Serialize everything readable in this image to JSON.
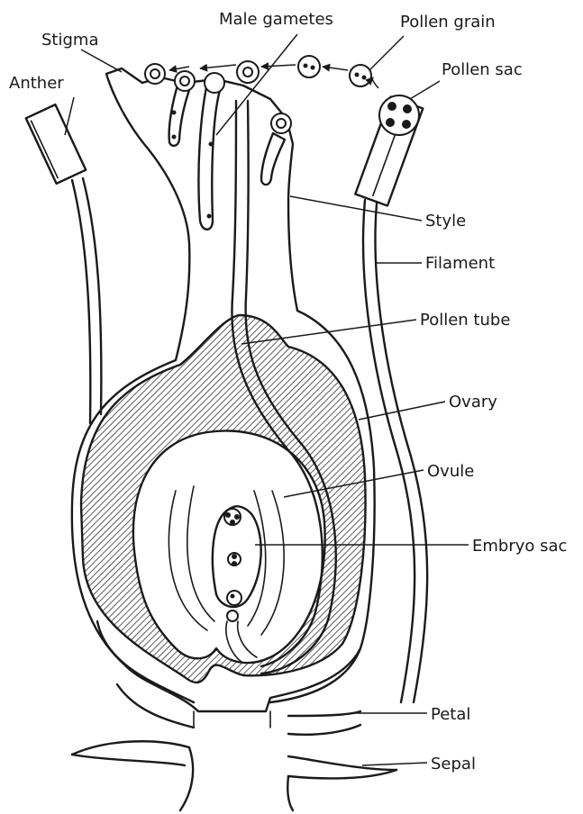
{
  "labels": {
    "male_gametes": "Male gametes",
    "stigma": "Stigma",
    "pollen_grain": "Pollen grain",
    "anther": "Anther",
    "pollen_sac": "Pollen sac",
    "style": "Style",
    "filament": "Filament",
    "pollen_tube": "Pollen tube",
    "ovary": "Ovary",
    "ovule": "Ovule",
    "embryo_sac": "Embryo sac",
    "petal": "Petal",
    "sepal": "Sepal"
  },
  "colors": {
    "ink": "#1a1a1a",
    "paper": "#ffffff"
  }
}
